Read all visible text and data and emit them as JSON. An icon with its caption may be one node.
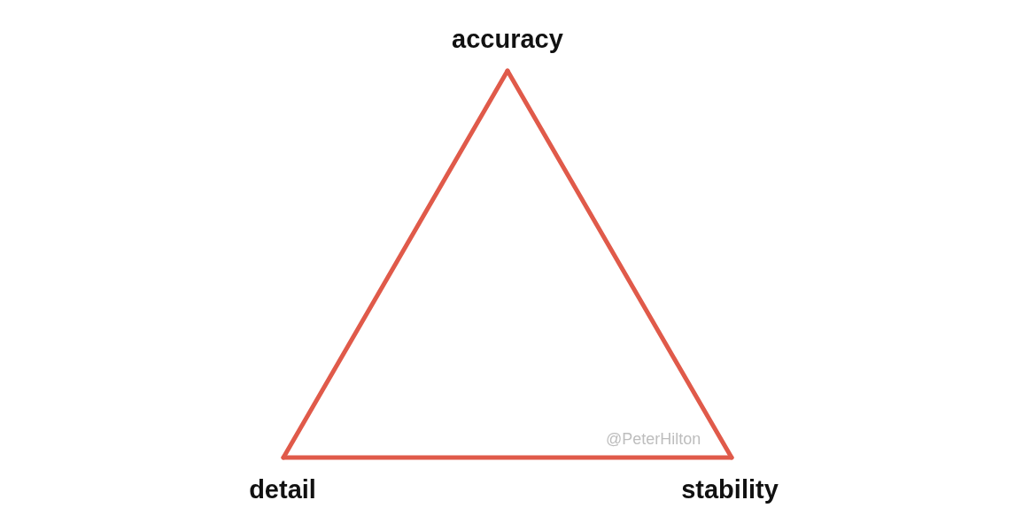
{
  "diagram": {
    "nodes": [
      {
        "text": [
          "accuracy"
        ]
      },
      {
        "text": [
          "detail"
        ]
      },
      {
        "text": [
          "stability"
        ]
      }
    ],
    "edges": [
      {
        "from": 0,
        "to": 1,
        "arrow": "none"
      },
      {
        "from": 1,
        "to": 2,
        "arrow": "none"
      },
      {
        "from": 2,
        "to": 0,
        "arrow": "none"
      }
    ],
    "labels": [
      "@PeterHilton"
    ]
  }
}
